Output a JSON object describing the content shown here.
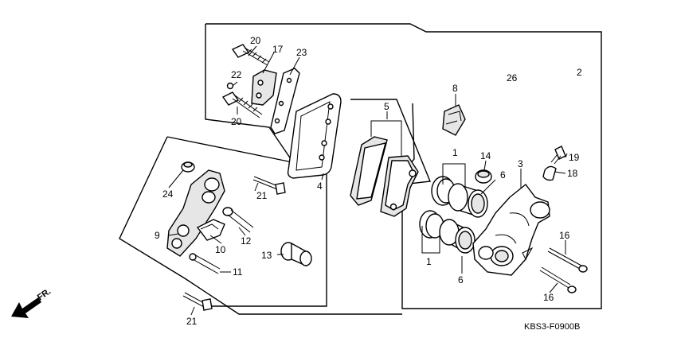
{
  "callouts": [
    {
      "key": "c20a",
      "label": "20"
    },
    {
      "key": "c17",
      "label": "17"
    },
    {
      "key": "c23",
      "label": "23"
    },
    {
      "key": "c22",
      "label": "22"
    },
    {
      "key": "c20b",
      "label": "20"
    },
    {
      "key": "c8",
      "label": "8"
    },
    {
      "key": "c26",
      "label": "26"
    },
    {
      "key": "c2",
      "label": "2"
    },
    {
      "key": "c5",
      "label": "5"
    },
    {
      "key": "c1a",
      "label": "1"
    },
    {
      "key": "c14",
      "label": "14"
    },
    {
      "key": "c6a",
      "label": "6"
    },
    {
      "key": "c3",
      "label": "3"
    },
    {
      "key": "c19",
      "label": "19"
    },
    {
      "key": "c18",
      "label": "18"
    },
    {
      "key": "c4",
      "label": "4"
    },
    {
      "key": "c24",
      "label": "24"
    },
    {
      "key": "c21a",
      "label": "21"
    },
    {
      "key": "c9",
      "label": "9"
    },
    {
      "key": "c12",
      "label": "12"
    },
    {
      "key": "c10",
      "label": "10"
    },
    {
      "key": "c13",
      "label": "13"
    },
    {
      "key": "c11",
      "label": "11"
    },
    {
      "key": "c16a",
      "label": "16"
    },
    {
      "key": "c1b",
      "label": "1"
    },
    {
      "key": "c6b",
      "label": "6"
    },
    {
      "key": "c16b",
      "label": "16"
    },
    {
      "key": "c21b",
      "label": "21"
    }
  ],
  "diagram_code": "KBS3-F0900B",
  "direction_label": "FR.",
  "icons": {
    "direction_arrow": "front-direction-arrow-icon"
  }
}
